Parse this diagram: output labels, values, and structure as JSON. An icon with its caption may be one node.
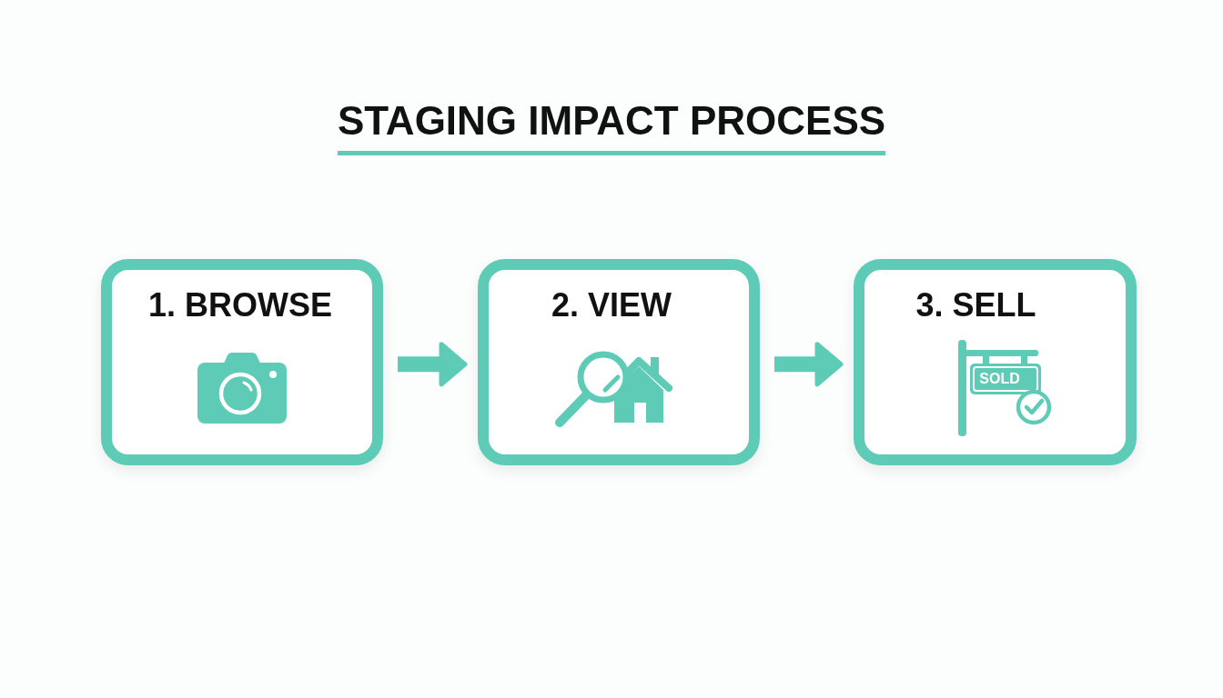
{
  "diagram": {
    "title": "STAGING IMPACT PROCESS",
    "nodes": [
      {
        "text": [
          "1. BROWSE"
        ]
      },
      {
        "text": [
          "2. VIEW"
        ]
      },
      {
        "text": [
          "3. SELL",
          "SOLD"
        ]
      }
    ],
    "edges": [
      {
        "from": 0,
        "to": 1,
        "arrow": "to"
      },
      {
        "from": 1,
        "to": 2,
        "arrow": "to"
      }
    ]
  }
}
